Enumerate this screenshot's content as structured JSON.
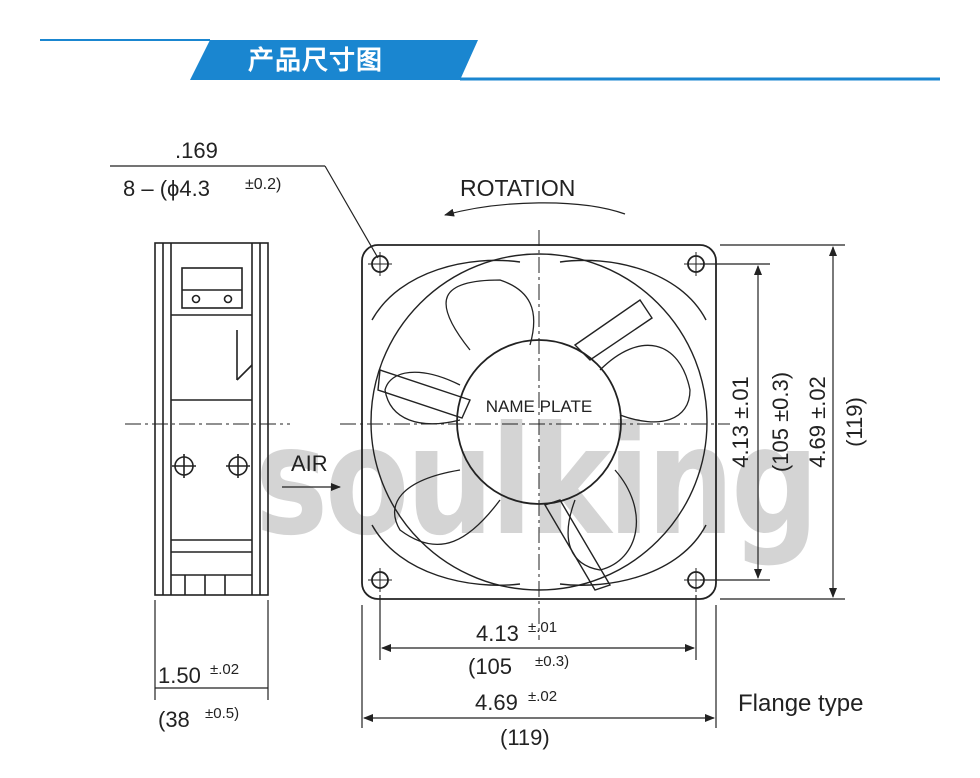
{
  "header": {
    "title": "产品尺寸图",
    "accent_color": "#1a86d0"
  },
  "watermark": "soulking",
  "labels": {
    "hole_in": ".169",
    "hole_prefix": "8 – (",
    "hole_phi": "ϕ",
    "hole_mm": "4.3",
    "hole_tol": "±0.2)",
    "rotation": "ROTATION",
    "air": "AIR",
    "name_plate": "NAME  PLATE",
    "side_depth_in": "1.50",
    "side_depth_in_tol": "±.02",
    "side_depth_mm_open": "(38",
    "side_depth_mm_tol": "±0.5)",
    "hole_pitch_in": "4.13",
    "hole_pitch_in_tol": "±.01",
    "hole_pitch_mm_open": "(105",
    "hole_pitch_mm_tol": "±0.3)",
    "overall_in": "4.69",
    "overall_in_tol": "±.02",
    "overall_mm": "(119)",
    "v_hole_pitch_in": "4.13 ±.01",
    "v_hole_pitch_mm": "(105 ±0.3)",
    "v_overall_in": "4.69 ±.02",
    "v_overall_mm": "(119)",
    "flange_type": "Flange type"
  }
}
